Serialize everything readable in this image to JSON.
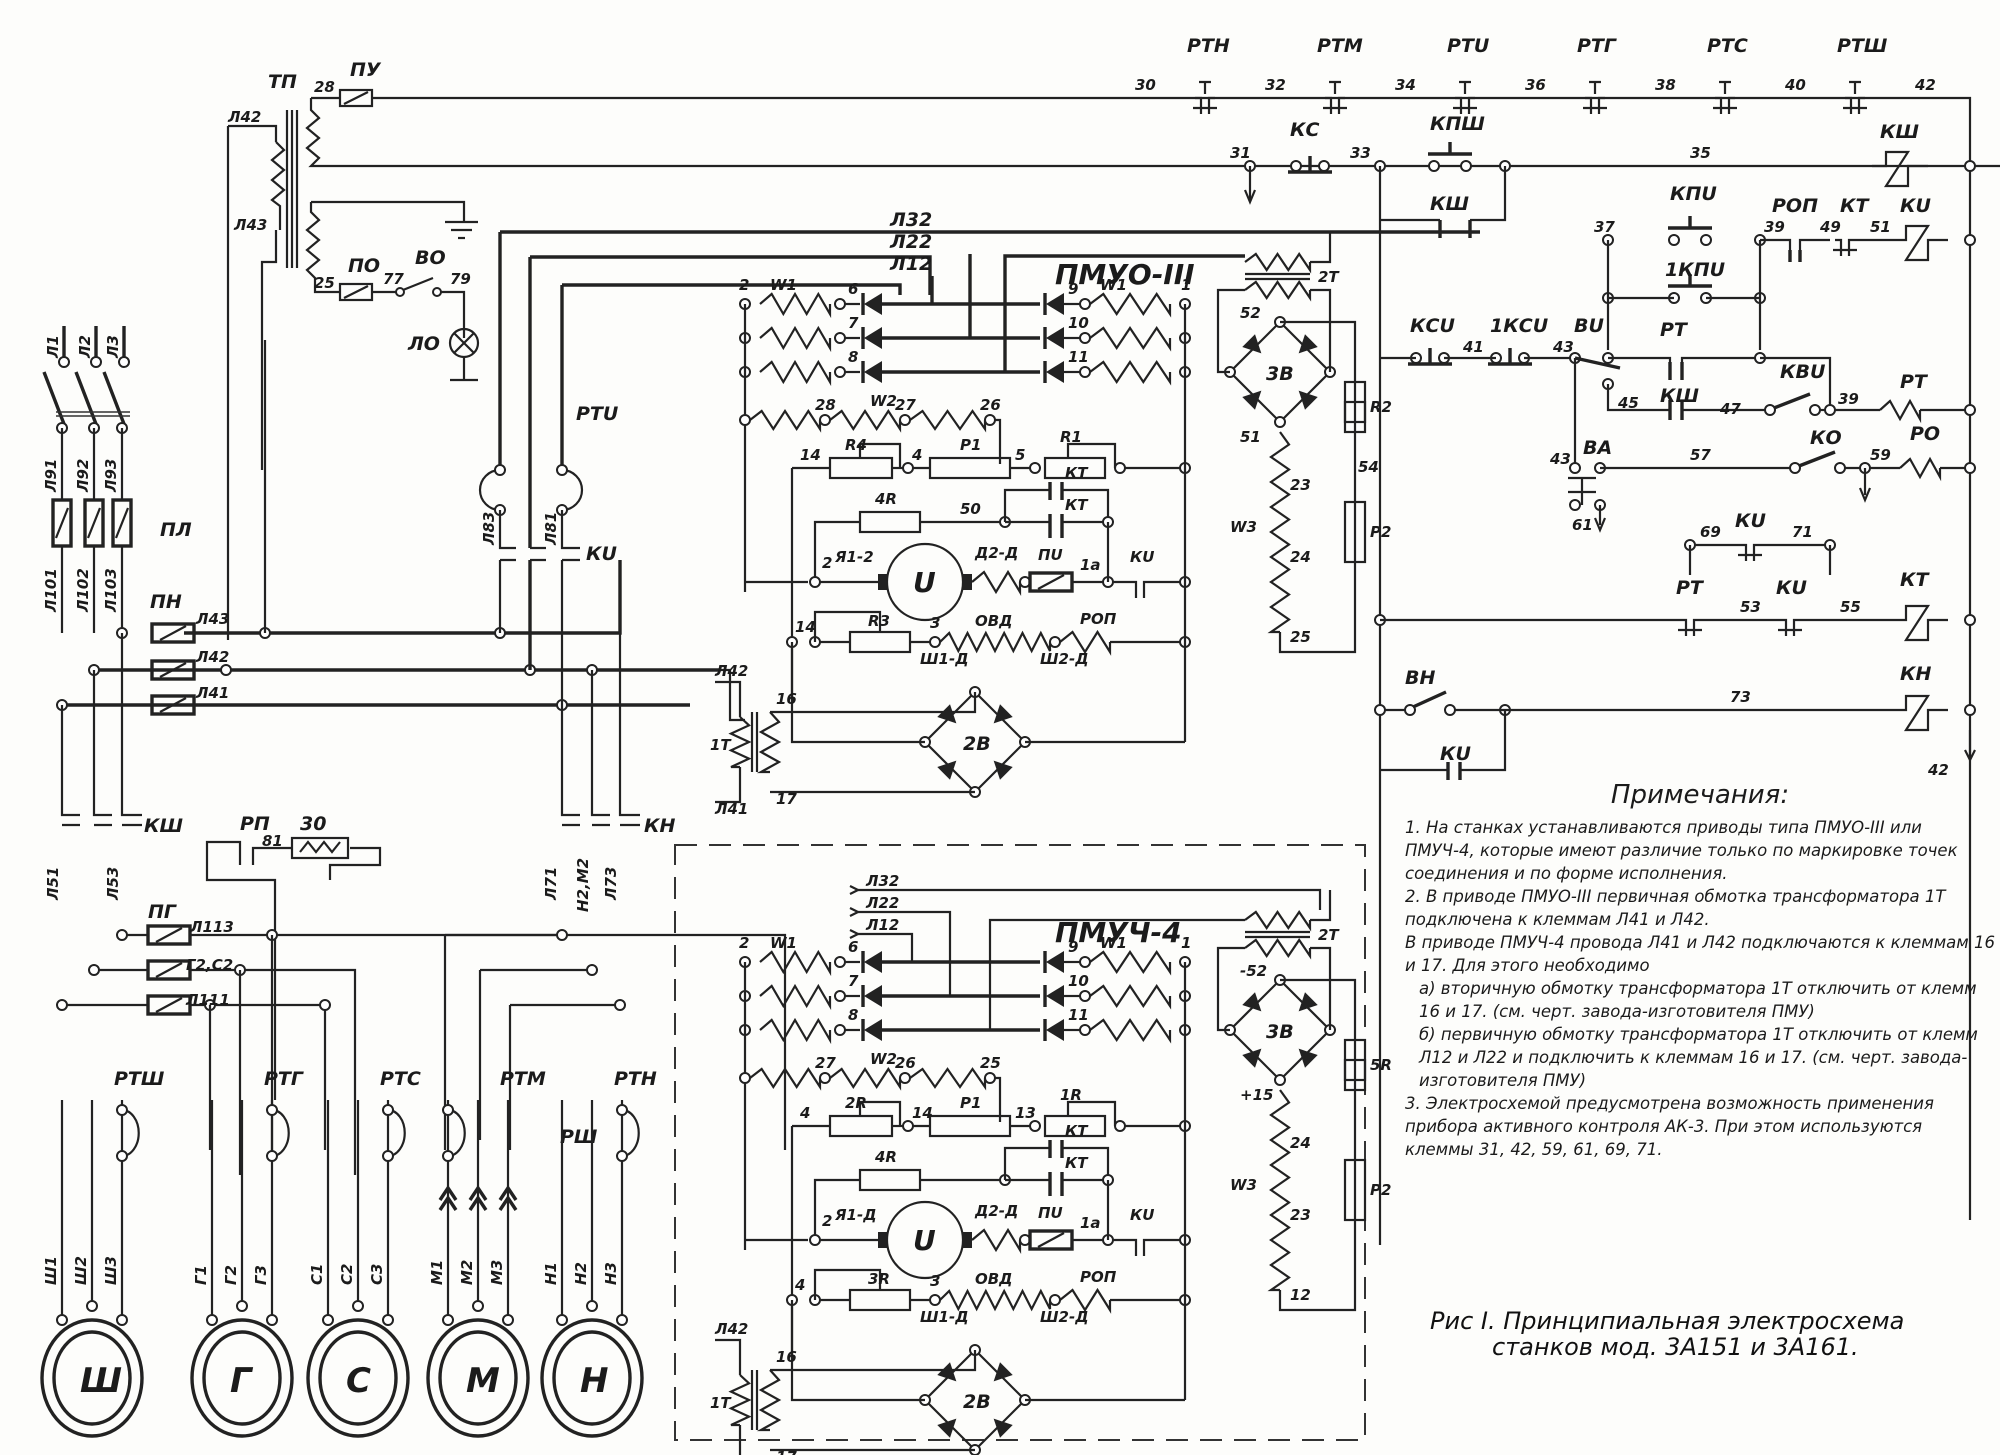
{
  "schematic": {
    "title": "Рис 1. Принципиальная электросхема станков мод. 3А151 и 3А161.",
    "caption_line1": "Рис I. Принципиальная электросхема",
    "caption_line2": "станков мод. 3А151 и 3А161."
  },
  "supply": {
    "phases": [
      "Л1",
      "Л2",
      "Л3"
    ],
    "fuse_inputs": [
      "Л91",
      "Л92",
      "Л93"
    ],
    "fuse_group": "ПЛ",
    "fuse_outputs": [
      "Л101",
      "Л102",
      "Л103"
    ],
    "control_fuse_group": "ПН",
    "control_lines": [
      "Л43",
      "Л42",
      "Л41"
    ]
  },
  "transformer_tp": {
    "name": "ТП",
    "primary_terminals": [
      "Л42",
      "Л43"
    ],
    "secondary_top": "28",
    "secondary_bottom": "25",
    "control_fuse": "ПУ",
    "light_fuse": "ПО",
    "light_switch": "ВО",
    "light_switch_terminals": [
      "77",
      "79"
    ],
    "lamp": "ЛО"
  },
  "control_circuit": {
    "thermal_relays": [
      {
        "name": "РТН",
        "wire_before": "30"
      },
      {
        "name": "РТМ",
        "wire_before": "32"
      },
      {
        "name": "РТU",
        "wire_before": "34"
      },
      {
        "name": "РТГ",
        "wire_before": "36"
      },
      {
        "name": "РТС",
        "wire_before": "38"
      },
      {
        "name": "РТШ",
        "wire_before": "40"
      }
    ],
    "end_wire": "42",
    "row_ks": {
      "w1": "31",
      "stop_button": "КС",
      "w2": "33",
      "start_button": "КПШ",
      "w3": "35",
      "coil": "КШ",
      "hold_contact": "КШ"
    },
    "row_ki": {
      "buttons": [
        "КПU",
        "1КПU"
      ],
      "w_in": "37",
      "w_out": "39",
      "interlock": "РОП",
      "w49": "49",
      "timer_contact": "КТ",
      "w51": "51",
      "coil": "КU"
    },
    "row_ksi": {
      "buttons": [
        "КСU",
        "1КСU"
      ],
      "w41": "41",
      "w43": "43",
      "selector": "ВU",
      "contact_pt": "РТ",
      "w45": "45",
      "contact_ksh": "КШ",
      "w47": "47",
      "switch_kvi": "КВU",
      "w39": "39",
      "coil": "РТ"
    },
    "row_va": {
      "switch": "ВА",
      "w43": "43",
      "w57": "57",
      "limit": "КО",
      "w59": "59",
      "w61": "61",
      "coil": "РО"
    },
    "row_ak": {
      "w69": "69",
      "contact": "КU",
      "w71": "71"
    },
    "row_kt": {
      "contact_rt": "РТ",
      "w53": "53",
      "contact_ki": "КU",
      "w55": "55",
      "coil": "КТ"
    },
    "row_kn": {
      "switch": "ВН",
      "w73": "73",
      "hold_contact": "КU",
      "coil": "КН"
    }
  },
  "drive_pmuo": {
    "name": "ПМУО-III",
    "inputs": [
      "Л32",
      "Л22",
      "Л12"
    ],
    "left_terminal": "2",
    "right_terminal": "1",
    "winding_w1": "W1",
    "winding_w2": "W2",
    "diode_nodes_left": [
      "6",
      "7",
      "8"
    ],
    "diode_nodes_right": [
      "9",
      "10",
      "11"
    ],
    "w2_taps": [
      "28",
      "27",
      "26"
    ],
    "resistors": {
      "r4": "R4",
      "p1": "P1",
      "r1": "R1",
      "r3": "R3",
      "r4_res": "4R"
    },
    "res_nodes": [
      "14",
      "4",
      "5"
    ],
    "wire_50": "50",
    "timer_contacts": [
      "КТ",
      "КТ"
    ],
    "armature": [
      "Я1-2",
      "Д2-Д"
    ],
    "generator": "U",
    "fuse_pi": "ПU",
    "node_1a": "1а",
    "contact_ki": "КU",
    "field": {
      "start": "Ш1-Д",
      "winding": "ОВД",
      "end": "Ш2-Д",
      "relay": "РОП",
      "node3": "3",
      "node14": "14"
    },
    "transformer_1t": {
      "name": "1Т",
      "primary": [
        "Л42",
        "Л41"
      ],
      "secondary": [
        "16",
        "17"
      ]
    },
    "bridge_2v": "2В",
    "transformer_2t": "2Т",
    "bridge_3v": {
      "name": "3В",
      "nodes": [
        "52",
        "51"
      ]
    },
    "w3": {
      "name": "W3",
      "taps": [
        "23",
        "24",
        "25"
      ]
    },
    "pots": {
      "r2": "R2",
      "node54": "54",
      "p2": "P2"
    }
  },
  "drive_pmuch": {
    "name": "ПМУЧ-4",
    "inputs": [
      "Л32",
      "Л22",
      "Л12"
    ],
    "left_terminal": "2",
    "right_terminal": "1",
    "winding_w1": "W1",
    "winding_w2": "W2",
    "diode_nodes_left": [
      "6",
      "7",
      "8"
    ],
    "diode_nodes_right": [
      "9",
      "10",
      "11"
    ],
    "w2_taps": [
      "27",
      "26",
      "25"
    ],
    "resistors": {
      "r2": "2R",
      "p1": "P1",
      "r1": "1R",
      "r3": "3R",
      "r4_res": "4R"
    },
    "res_nodes": [
      "4",
      "14",
      "13"
    ],
    "timer_contacts": [
      "КТ",
      "КТ"
    ],
    "armature": [
      "Я1-Д",
      "Д2-Д"
    ],
    "generator": "U",
    "fuse_pi": "ПU",
    "node_1a": "1а",
    "contact_ki": "КU",
    "field": {
      "start": "Ш1-Д",
      "winding": "ОВД",
      "end": "Ш2-Д",
      "relay": "РОП",
      "node3": "3",
      "node4": "4"
    },
    "transformer_1t": {
      "name": "1Т",
      "primary": [
        "Л42",
        "Л41"
      ],
      "secondary": [
        "16",
        "17"
      ]
    },
    "bridge_2v": "2В",
    "transformer_2t": "2Т",
    "pot_5r": "5R",
    "bridge_3v": {
      "name": "3В",
      "nodes": [
        "-52",
        "+15"
      ]
    },
    "w3": {
      "name": "W3",
      "taps": [
        "24",
        "23",
        "12"
      ]
    },
    "p2": "P2"
  },
  "power_section": {
    "contactors": {
      "ki": "КU",
      "ksh": "КШ",
      "kn": "КН"
    },
    "ki_wires": [
      "Л83",
      "Л81"
    ],
    "ki_thermal": "РТU",
    "ksh_wires": [
      "Л51",
      "Л53"
    ],
    "kn_wires": [
      "Л71",
      "Н2,М2",
      "Л73"
    ],
    "fuse_pg": "ПГ",
    "pg_lines": [
      "Л113",
      "Г2,С2",
      "Л111"
    ],
    "brake": {
      "relay": "РП",
      "node": "81",
      "resistor": "30"
    },
    "motor_thermals": [
      "РТШ",
      "РТГ",
      "РТС",
      "РТМ",
      "РТН"
    ],
    "plug": "РШ"
  },
  "motors": [
    {
      "name": "Ш",
      "terminals": [
        "Ш1",
        "Ш2",
        "Ш3"
      ]
    },
    {
      "name": "Г",
      "terminals": [
        "Г1",
        "Г2",
        "Г3"
      ]
    },
    {
      "name": "С",
      "terminals": [
        "С1",
        "С2",
        "С3"
      ]
    },
    {
      "name": "М",
      "terminals": [
        "М1",
        "М2",
        "М3"
      ]
    },
    {
      "name": "Н",
      "terminals": [
        "Н1",
        "Н2",
        "Н3"
      ]
    }
  ],
  "notes": {
    "title": "Примечания:",
    "items": [
      "1. На станках устанавливаются приводы типа ПМУО-III или ПМУЧ-4, которые имеют различие только по маркировке точек соединения и по форме исполнения.",
      "2. В приводе ПМУО-III первичная обмотка трансформатора 1Т подключена к клеммам Л41 и Л42.",
      "В приводе ПМУЧ-4 провода Л41 и Л42 подключаются к клеммам 16 и 17. Для этого необходимо",
      "а) вторичную обмотку трансформатора 1Т отключить от клемм 16 и 17. (см. черт. завода-изготовителя ПМУ)",
      "б) первичную обмотку трансформатора 1Т отключить от клемм Л12 и Л22 и подключить к клеммам 16 и 17. (см. черт. завода-изготовителя ПМУ)",
      "3. Электросхемой предусмотрена возможность применения прибора активного контроля АК-3. При этом используются клеммы 31, 42, 59, 61, 69, 71."
    ]
  }
}
